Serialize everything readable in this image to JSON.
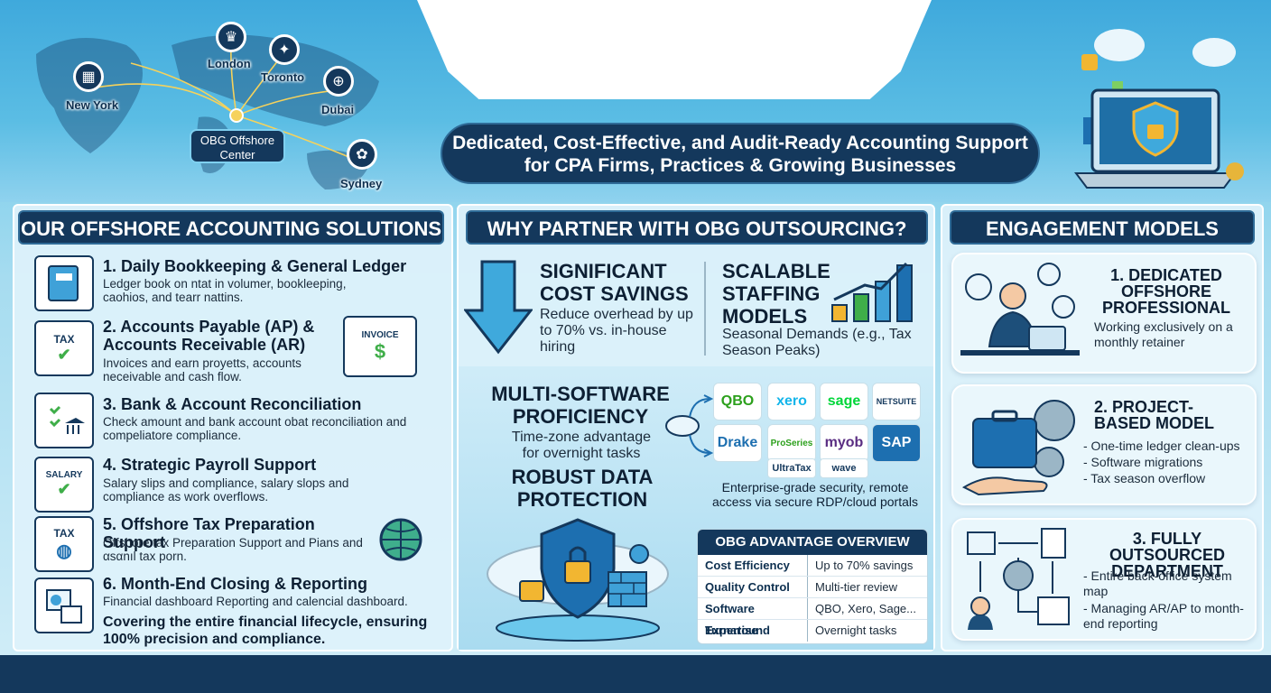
{
  "header": {
    "locations": [
      "London",
      "Toronto",
      "New York",
      "Dubai",
      "Sydney"
    ],
    "center_label": "OBG Offshore Center",
    "tagline": "Dedicated, Cost-Effective, and Audit-Ready Accounting Support for CPA Firms, Practices & Growing Businesses"
  },
  "solutions": {
    "title": "OUR OFFSHORE ACCOUNTING SOLUTIONS",
    "items": [
      {
        "title": "1. Daily Bookkeeping & General Ledger",
        "desc": "Ledger book on ntat in volumer, bookleeping, caohios, and tearr nattins.",
        "icon": "ledger-book-icon"
      },
      {
        "title": "2. Accounts Payable (AP) & Accounts Receivable (AR)",
        "desc": "Invoices and earn proyetts, accounts neceivable and cash flow.",
        "icon": "tax-checklist-icon",
        "badge": "TAX",
        "invoice": "INVOICE"
      },
      {
        "title": "3. Bank & Account Reconciliation",
        "desc": "Check amount and bank account obat reconciliation and compeliatore compliance.",
        "icon": "bank-checklist-icon"
      },
      {
        "title": "4. Strategic Payroll Support",
        "desc": "Salary slips and compliance, salary slops and compliance as work overflows.",
        "icon": "salary-slip-icon",
        "badge": "SALARY"
      },
      {
        "title": "5. Offshore Tax Preparation Support",
        "desc": "Offshore tax Preparation Support and Pians and αsαnıl tax porn.",
        "icon": "tax-globe-icon",
        "badge": "TAX"
      },
      {
        "title": "6. Month-End Closing & Reporting",
        "desc": "Financial dashboard Reporting and calencial dashboard.",
        "icon": "dashboard-calendar-icon"
      }
    ],
    "footer_line": "Covering the entire financial lifecycle, ensuring 100% precision and compliance."
  },
  "why": {
    "title": "WHY PARTNER WITH OBG OUTSOURCING?",
    "cost_head": "SIGNIFICANT COST SAVINGS",
    "cost_desc": "Reduce overhead by up to 70% vs. in-house hiring",
    "scale_head": "SCALABLE STAFFING MODELS",
    "scale_desc": "Seasonal Demands (e.g., Tax Season Peaks)",
    "multi_head": "MULTI-SOFTWARE PROFICIENCY",
    "multi_desc": "Time-zone advantage for overnight tasks",
    "robust_head": "ROBUST DATA PROTECTION",
    "logos": [
      "QBO",
      "xero",
      "sage",
      "NETSUITE",
      "Drake",
      "ProSeries",
      "myob",
      "SAP"
    ],
    "small_logos": [
      "UltraTax",
      "wave"
    ],
    "security_desc": "Enterprise-grade security, remote access via secure RDP/cloud portals",
    "advantage": {
      "title": "OBG ADVANTAGE OVERVIEW",
      "rows": [
        {
          "k": "Cost Efficiency",
          "v": "Up to 70% savings"
        },
        {
          "k": "Quality Control",
          "v": "Multi-tier review"
        },
        {
          "k": "Software Expertise",
          "v": "QBO, Xero, Sage..."
        },
        {
          "k": "Turnaround",
          "v": "Overnight tasks"
        }
      ]
    }
  },
  "engagement": {
    "title": "ENGAGEMENT MODELS",
    "models": [
      {
        "title": "1. DEDICATED OFFSHORE PROFESSIONAL",
        "lines": [
          "Working exclusively on a monthly retainer"
        ]
      },
      {
        "title": "2. PROJECT-BASED MODEL",
        "lines": [
          "- One-time ledger clean-ups",
          "- Software migrations",
          "- Tax season overflow"
        ]
      },
      {
        "title": "3. FULLY OUTSOURCED DEPARTMENT",
        "lines": [
          "- Entire back-office system map",
          "- Managing AR/AP to month-end reporting"
        ]
      }
    ]
  },
  "colors": {
    "navy": "#14385c",
    "sky": "#59c2e6",
    "panel": "#def2fb",
    "accent_green": "#3fae49"
  }
}
